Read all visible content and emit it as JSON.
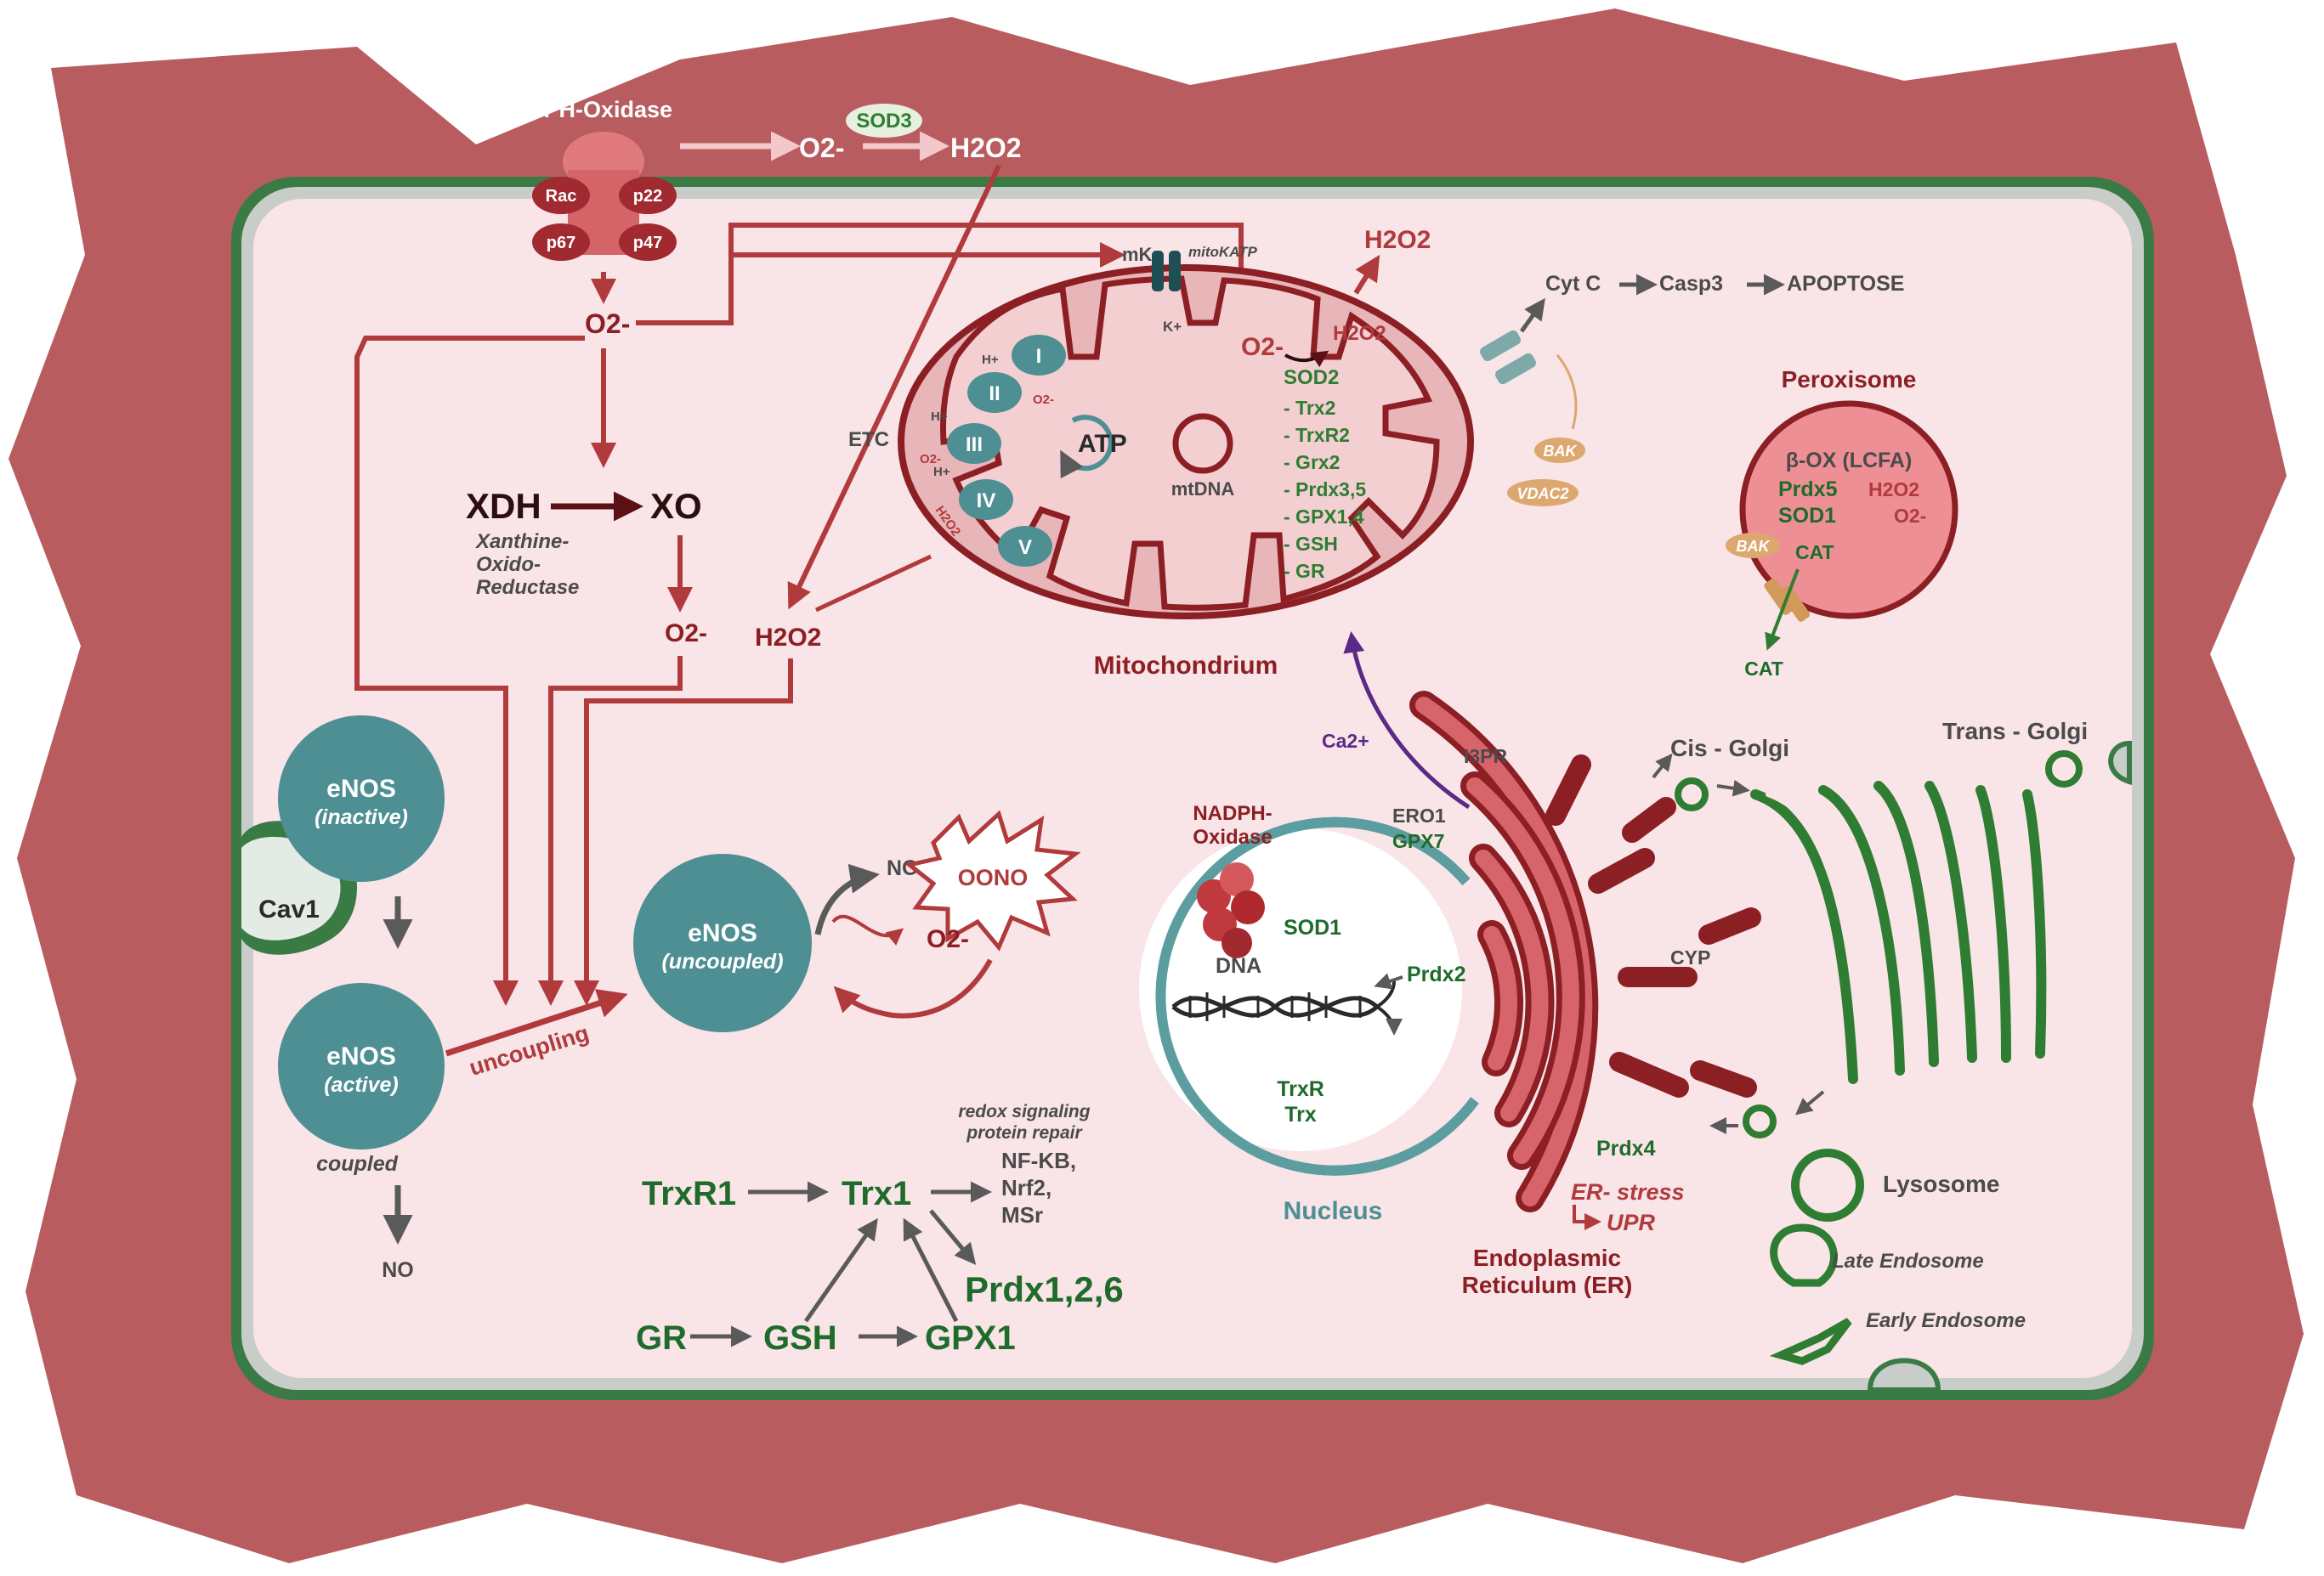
{
  "colors": {
    "outer_blob": "#b85c60",
    "membrane": "#3a7a45",
    "cytoplasm": "#f9e4e7",
    "arrow_red": "#b03a3c",
    "arrow_gray": "#5a5a5a",
    "teal": "#4d8f93",
    "green_text": "#2e7d32",
    "er_red": "#b8343a"
  },
  "nadph_top": {
    "title": "NADPH-Oxidase",
    "subunits": [
      "Rac",
      "p22",
      "p67",
      "p47"
    ],
    "o2_top": "O2-",
    "sod3": "SOD3",
    "h2o2_top": "H2O2",
    "o2_main": "O2-"
  },
  "xanthine": {
    "xdh": "XDH",
    "xo": "XO",
    "desc_1": "Xanthine-",
    "desc_2": "Oxido-",
    "desc_3": "Reductase",
    "o2": "O2-",
    "h2o2": "H2O2"
  },
  "mito": {
    "mk": "mK",
    "mitokatp": "mitoKATP",
    "kplus": "K+",
    "h2o2_out": "H2O2",
    "o2_in": "O2-",
    "h2o2_in": "H2O2",
    "sod2": "SOD2",
    "antioxidants": [
      "- Trx2",
      "- TrxR2",
      "- Grx2",
      "- Prdx3,5",
      "- GPX1,4",
      "- GSH",
      "- GR"
    ],
    "etc_label": "ETC",
    "complexes": [
      "I",
      "II",
      "III",
      "IV",
      "V"
    ],
    "h_plus": "H+",
    "o2_small": "O2-",
    "h2o2_small": "H2O2",
    "atp": "ATP",
    "mtdna": "mtDNA",
    "bak": "BAK",
    "vdac2": "VDAC2",
    "title": "Mitochondrium"
  },
  "apoptosis": {
    "cytc": "Cyt C",
    "casp3": "Casp3",
    "apoptose": "APOPTOSE"
  },
  "peroxisome": {
    "title": "Peroxisome",
    "box": "β-OX (LCFA)",
    "prdx5": "Prdx5",
    "h2o2": "H2O2",
    "sod1": "SOD1",
    "o2": "O2-",
    "bak": "BAK",
    "cat_in": "CAT",
    "cat_out": "CAT"
  },
  "enos": {
    "inactive_1": "eNOS",
    "inactive_2": "(inactive)",
    "cav1": "Cav1",
    "active_1": "eNOS",
    "active_2": "(active)",
    "coupled": "coupled",
    "no_bottom": "NO",
    "uncoupling": "uncoupling",
    "uncoupled_1": "eNOS",
    "uncoupled_2": "(uncoupled)",
    "no_top": "NO",
    "oono": "OONO",
    "o2": "O2-"
  },
  "trx": {
    "note_1": "redox signaling",
    "note_2": "protein repair",
    "trxr1": "TrxR1",
    "trx1": "Trx1",
    "targets": [
      "NF-KB,",
      "Nrf2,",
      "MSr"
    ],
    "prdx": "Prdx1,2,6",
    "gr": "GR",
    "gsh": "GSH",
    "gpx1": "GPX1"
  },
  "nucleus": {
    "nadph_1": "NADPH-",
    "nadph_2": "Oxidase",
    "sod1": "SOD1",
    "dna": "DNA",
    "prdx2": "Prdx2",
    "trxr": "TrxR",
    "trx": "Trx",
    "title": "Nucleus"
  },
  "er": {
    "ca": "Ca2+",
    "i3pr": "I3PR",
    "ero1": "ERO1",
    "gpx7": "GPX7",
    "cyp": "CYP",
    "prdx4": "Prdx4",
    "stress": "ER- stress",
    "upr": "UPR",
    "title_1": "Endoplasmic",
    "title_2": "Reticulum (ER)"
  },
  "golgi": {
    "cis": "Cis - Golgi",
    "trans": "Trans - Golgi",
    "lysosome": "Lysosome",
    "late": "Late Endosome",
    "early": "Early Endosome"
  }
}
